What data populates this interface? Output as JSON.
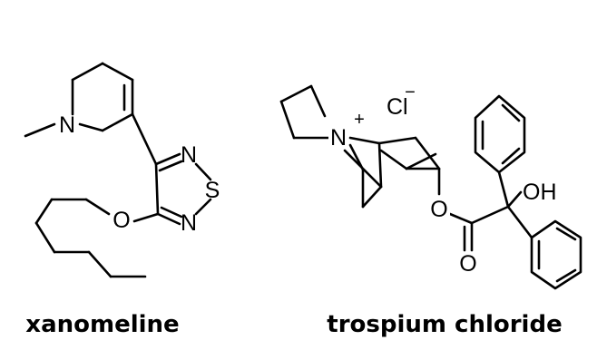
{
  "molecules": {
    "xanomeline": {
      "name": "xanomeline",
      "atoms": {
        "n_ring": "N",
        "n_upper": "N",
        "s": "S",
        "n_lower": "N",
        "o": "O"
      }
    },
    "trospium": {
      "name": "trospium chloride",
      "atoms": {
        "n_plus": "N",
        "plus": "+",
        "cl": "Cl",
        "minus": "−",
        "o_ether": "O",
        "o_carbonyl": "O",
        "oh": "OH"
      }
    }
  },
  "colors": {
    "ink": "#000000",
    "background": "#ffffff"
  }
}
